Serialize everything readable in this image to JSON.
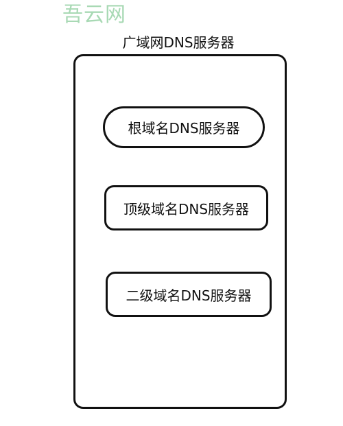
{
  "watermark": "吾云网",
  "diagram": {
    "outer_title": "广域网DNS服务器",
    "nodes": [
      "根域名DNS服务器",
      "顶级域名DNS服务器",
      "二级域名DNS服务器"
    ]
  }
}
